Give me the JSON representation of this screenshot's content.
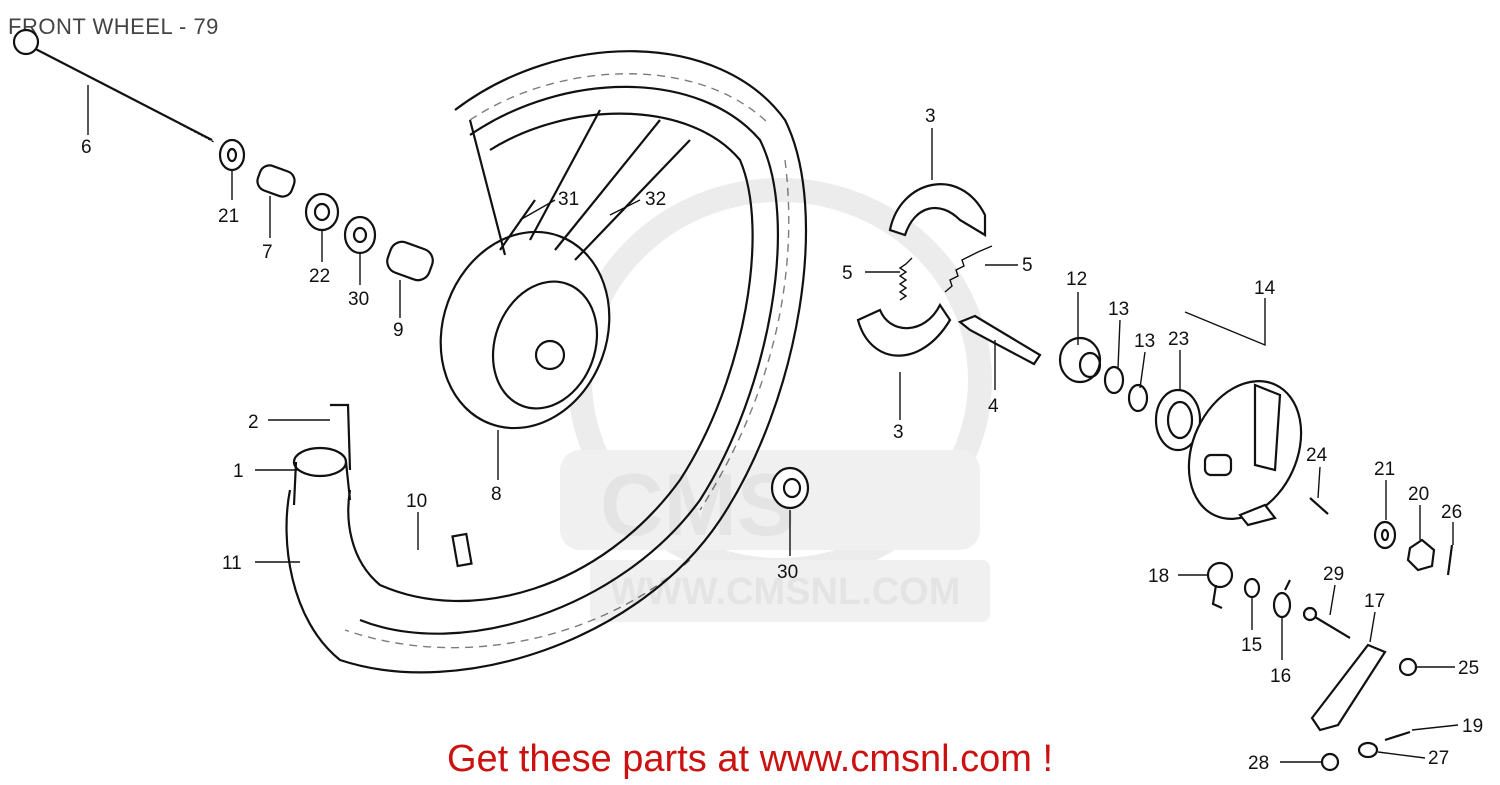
{
  "header": {
    "title": "FRONT WHEEL - 79"
  },
  "watermark": {
    "logo": "CMS",
    "url": "WWW.CMSNL.COM"
  },
  "footer": {
    "text": "Get these parts at www.cmsnl.com !"
  },
  "labels": {
    "axle": "6",
    "collar_left": "7",
    "washer_left": "21",
    "bearing_left": "22",
    "bearing_mid": "30",
    "distance_collar": "9",
    "spoke_inner": "31",
    "spoke_outer": "32",
    "hub": "8",
    "rim_band": "2",
    "tube": "1",
    "tire": "11",
    "rim": "10",
    "bearing_right": "30",
    "shoe_top": "3",
    "shoe_bottom": "3",
    "spring_left": "5",
    "spring_right": "5",
    "cam": "4",
    "gearbox": "12",
    "washer_a": "13",
    "washer_b": "13",
    "seal": "23",
    "panel": "14",
    "bolt_24": "24",
    "washer_right": "21",
    "nut_20": "20",
    "cotter_26": "26",
    "spring_18": "18",
    "seal_15": "15",
    "indicator_16": "16",
    "bolt_29": "29",
    "arm_17": "17",
    "nut_25": "25",
    "pin_19": "19",
    "joint_27": "27",
    "nut_28": "28"
  }
}
